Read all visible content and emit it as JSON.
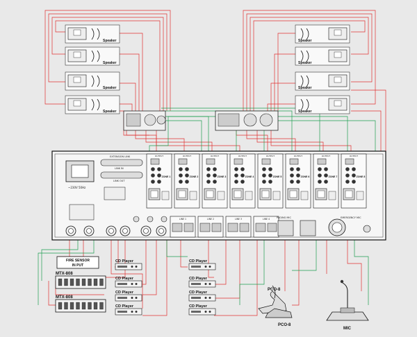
{
  "speaker_label": "Speaker",
  "rack": {
    "extension_link": "EXTENSION LINK",
    "link_in": "LINK IN",
    "link_out": "LINK OUT",
    "output_label": "OUTPUT",
    "zone_labels": [
      "ZONE 1",
      "ZONE 2",
      "ZONE 3",
      "ZONE 4",
      "ZONE 5",
      "ZONE 6",
      "ZONE 7",
      "ZONE 8"
    ],
    "line_labels": [
      "LINE 1",
      "LINE 2",
      "LINE 3",
      "LINE 4"
    ],
    "paging_mic": "PAGING MIC",
    "emergency": "EMERGENCY MIC",
    "mains": "~230V 50Hz"
  },
  "fire_sensor": "FIRE SENSOR\nIN PUT",
  "fire_sensor_lines": [
    "FIRE SENSOR",
    "IN PUT"
  ],
  "mtx_units": [
    "MTX-808",
    "MTX-808"
  ],
  "cd_player_label": "CD Player",
  "pco_units": [
    "PCO-8",
    "PCO-8"
  ],
  "mic_label": "MIC",
  "colors": {
    "red": "#e03030",
    "green": "#1e9e50",
    "line": "#222222",
    "panel": "#f6f6f6"
  }
}
